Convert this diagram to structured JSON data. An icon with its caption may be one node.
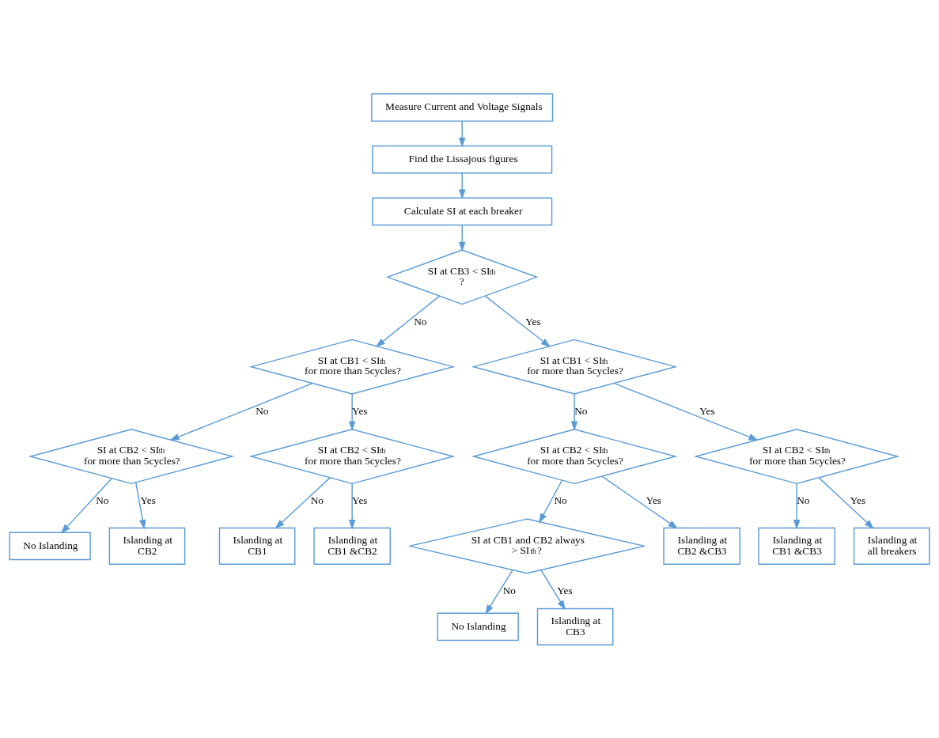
{
  "diagram": {
    "nodes": [
      {
        "text": [
          "Measure Current and Voltage Signals"
        ]
      },
      {
        "text": [
          "Find the Lissajous figures"
        ]
      },
      {
        "text": [
          "Calculate SI at each breaker"
        ]
      },
      {
        "text": [
          "SI at CB3 < SI$_{th}$ ?"
        ]
      },
      {
        "text": [
          "SI at CB1 < SI$_{th}$ for more than 5cycles?"
        ]
      },
      {
        "text": [
          "SI at CB1 < SI$_{th}$ for more than 5cycles?"
        ]
      },
      {
        "text": [
          "SI at CB2 < SI$_{th}$ for more than 5cycles?"
        ]
      },
      {
        "text": [
          "SI at CB2 < SI$_{th}$ for more than 5cycles?"
        ]
      },
      {
        "text": [
          "No Islanding"
        ]
      },
      {
        "text": [
          "Islanding at CB2"
        ]
      },
      {
        "text": [
          "Islanding at CB1"
        ]
      },
      {
        "text": [
          "Islanding at CB1 &CB2"
        ]
      },
      {
        "text": [
          "SI at CB2 < SI$_{th}$ for more than 5cycles?"
        ]
      },
      {
        "text": [
          "SI at CB2 < SI$_{th}$ for more than 5cycles?"
        ]
      },
      {
        "text": [
          "Islanding at CB2 &CB3"
        ]
      },
      {
        "text": [
          "SI at CB1 and CB2 always > SI$_{th}$?"
        ]
      },
      {
        "text": [
          "No Islanding"
        ]
      },
      {
        "text": [
          "Islanding at CB3"
        ]
      },
      {
        "text": [
          "Islanding at CB1 &CB3"
        ]
      },
      {
        "text": [
          "Islanding at all breakers"
        ]
      }
    ],
    "edges": [
      {
        "from": 0,
        "to": 1,
        "arrow": "to"
      },
      {
        "from": 1,
        "to": 2,
        "arrow": "to"
      },
      {
        "from": 2,
        "to": 3,
        "arrow": "to"
      },
      {
        "from": 3,
        "to": 4,
        "arrow": "to",
        "label": "No"
      },
      {
        "from": 3,
        "to": 5,
        "arrow": "to",
        "label": "Yes"
      },
      {
        "from": 4,
        "to": 6,
        "arrow": "to",
        "label": "No"
      },
      {
        "from": 4,
        "to": 7,
        "arrow": "to",
        "label": "Yes"
      },
      {
        "from": 6,
        "to": 8,
        "arrow": "to",
        "label": "No"
      },
      {
        "from": 6,
        "to": 9,
        "arrow": "to",
        "label": "Yes"
      },
      {
        "from": 7,
        "to": 10,
        "arrow": "to",
        "label": "No"
      },
      {
        "from": 7,
        "to": 11,
        "arrow": "to",
        "label": "Yes"
      },
      {
        "from": 5,
        "to": 12,
        "arrow": "to",
        "label": "No"
      },
      {
        "from": 5,
        "to": 13,
        "arrow": "to",
        "label": "Yes"
      },
      {
        "from": 12,
        "to": 15,
        "arrow": "to",
        "label": "No"
      },
      {
        "from": 12,
        "to": 14,
        "arrow": "to",
        "label": "Yes"
      },
      {
        "from": 15,
        "to": 16,
        "arrow": "to",
        "label": "No"
      },
      {
        "from": 15,
        "to": 17,
        "arrow": "to",
        "label": "Yes"
      },
      {
        "from": 13,
        "to": 18,
        "arrow": "to",
        "label": "No"
      },
      {
        "from": 13,
        "to": 19,
        "arrow": "to",
        "label": "Yes"
      }
    ]
  }
}
